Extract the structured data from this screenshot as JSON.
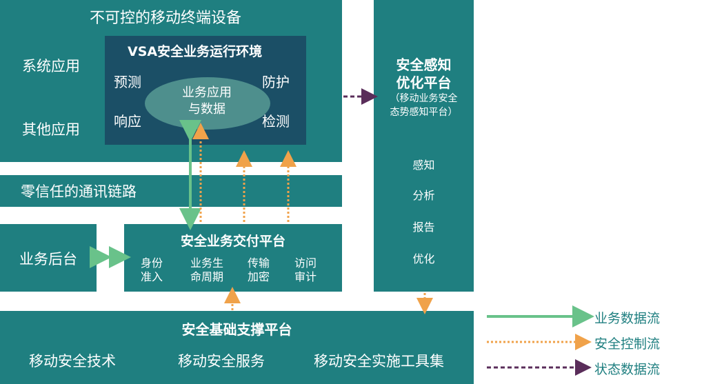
{
  "colors": {
    "teal": "#1f7f80",
    "dark": "#1b4f66",
    "ellipse": "#4e8f8d",
    "green": "#69c28a",
    "orange": "#f0a24a",
    "purple": "#5a2d5a"
  },
  "terminal": {
    "title": "不可控的移动终端设备",
    "system_apps": "系统应用",
    "other_apps": "其他应用",
    "vsa": {
      "title": "VSA安全业务运行环境",
      "predict": "预测",
      "protect": "防护",
      "respond": "响应",
      "detect": "检测",
      "core_line1": "业务应用",
      "core_line2": "与数据"
    }
  },
  "zero_trust": {
    "label": "零信任的通讯链路"
  },
  "backend": {
    "label": "业务后台"
  },
  "delivery": {
    "title": "安全业务交付平台",
    "items": [
      {
        "line1": "身份",
        "line2": "准入"
      },
      {
        "line1": "业务生",
        "line2": "命周期"
      },
      {
        "line1": "传输",
        "line2": "加密"
      },
      {
        "line1": "访问",
        "line2": "审计"
      }
    ]
  },
  "awareness": {
    "title_line1": "安全感知",
    "title_line2": "优化平台",
    "sub_line1": "（移动业务安全",
    "sub_line2": "态势感知平台）",
    "items": [
      "感知",
      "分析",
      "报告",
      "优化"
    ]
  },
  "foundation": {
    "title": "安全基础支撑平台",
    "items": [
      "移动安全技术",
      "移动安全服务",
      "移动安全实施工具集"
    ]
  },
  "legend": {
    "business_flow": "业务数据流",
    "control_flow": "安全控制流",
    "status_flow": "状态数据流"
  }
}
